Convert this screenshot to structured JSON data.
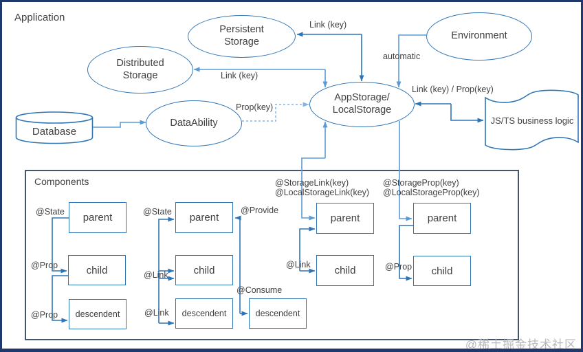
{
  "app": {
    "label": "Application"
  },
  "watermark": "@稀土掘金技术社区",
  "colors": {
    "primary_blue": "#2e75b6",
    "light_blue": "#5b9bd5",
    "dotted_blue": "#8ab4dd",
    "frame_navy": "#20386b",
    "panel_border": "#44546a",
    "text": "#3f3f3f",
    "watermark_gray": "#b8b8b8"
  },
  "nodes": {
    "persistent": {
      "line1": "Persistent",
      "line2": "Storage"
    },
    "distributed": {
      "line1": "Distributed",
      "line2": "Storage"
    },
    "environment": {
      "label": "Environment"
    },
    "database": {
      "label": "Database"
    },
    "dataability": {
      "label": "DataAbility"
    },
    "appstorage": {
      "line1": "AppStorage/",
      "line2": "LocalStorage"
    },
    "business_logic": {
      "label": "JS/TS business logic"
    }
  },
  "edges": {
    "persistent_link": {
      "label": "Link (key)"
    },
    "distributed_link": {
      "label": "Link (key)"
    },
    "environment_automatic": {
      "label": "automatic"
    },
    "dataability_prop": {
      "label": "Prop(key)"
    },
    "business_link_prop": {
      "label": "Link (key) / Prop(key)"
    }
  },
  "components": {
    "label": "Components",
    "group1": {
      "state": "@State",
      "prop_child": "@Prop",
      "prop_descendent": "@Prop",
      "parent": "parent",
      "child": "child",
      "descendent": "descendent"
    },
    "group2": {
      "state": "@State",
      "link_child": "@Link",
      "link_descendent": "@Link",
      "provide": "@Provide",
      "consume": "@Consume",
      "parent": "parent",
      "child": "child",
      "descendent": "descendent",
      "consumer_descendent": "descendent"
    },
    "group3": {
      "header_line1": "@StorageLink(key)",
      "header_line2": "@LocalStorageLink(key)",
      "link": "@Link",
      "parent": "parent",
      "child": "child"
    },
    "group4": {
      "header_line1": "@StorageProp(key)",
      "header_line2": "@LocalStorageProp(key)",
      "prop": "@Prop",
      "parent": "parent",
      "child": "child"
    }
  }
}
